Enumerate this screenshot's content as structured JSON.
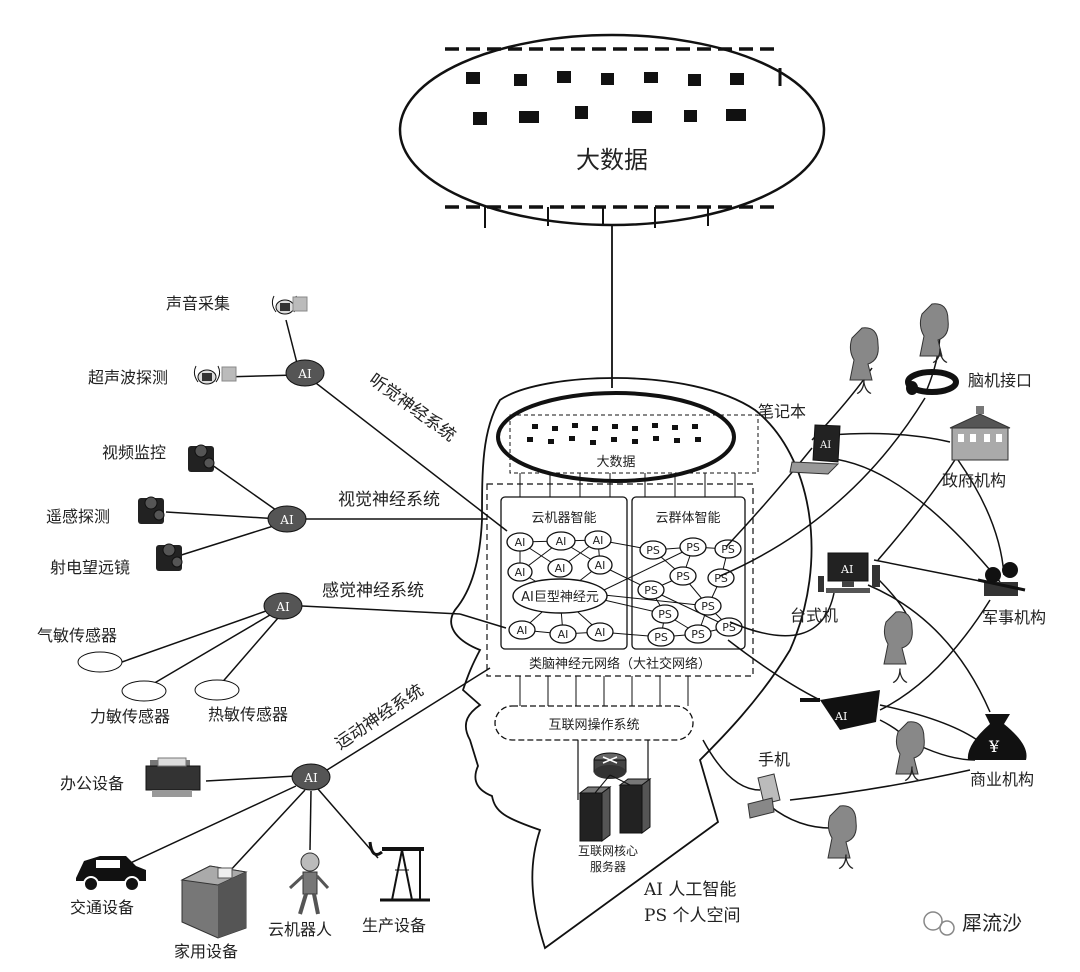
{
  "big_data_top": "大数据",
  "head_big_data": "大数据",
  "cloud_machine": "云机器智能",
  "cloud_group": "云群体智能",
  "ai_node": "AI",
  "ps_node": "PS",
  "giant_neuron": "AI巨型神经元",
  "neural_network": "类脑神经元网络（大社交网络）",
  "internet_os": "互联网操作系统",
  "core_server": [
    "互联网核心",
    "服务器"
  ],
  "nerves": {
    "hearing": "听觉神经系统",
    "vision": "视觉神经系统",
    "sensory": "感觉神经系统",
    "motor": "运动神经系统"
  },
  "hearing_inputs": [
    "声音采集",
    "超声波探测"
  ],
  "vision_inputs": [
    "视频监控",
    "遥感探测",
    "射电望远镜"
  ],
  "sensory_inputs": [
    "气敏传感器",
    "力敏传感器",
    "热敏传感器"
  ],
  "motor_outputs": [
    "办公设备",
    "交通设备",
    "家用设备",
    "云机器人",
    "生产设备"
  ],
  "right_side": {
    "person": "人",
    "laptop": "笔记本",
    "bci": "脑机接口",
    "government": "政府机构",
    "desktop": "台式机",
    "military": "军事机构",
    "business": "商业机构",
    "phone": "手机"
  },
  "legend": [
    "AI 人工智能",
    "PS 个人空间"
  ],
  "watermark": "犀流沙"
}
